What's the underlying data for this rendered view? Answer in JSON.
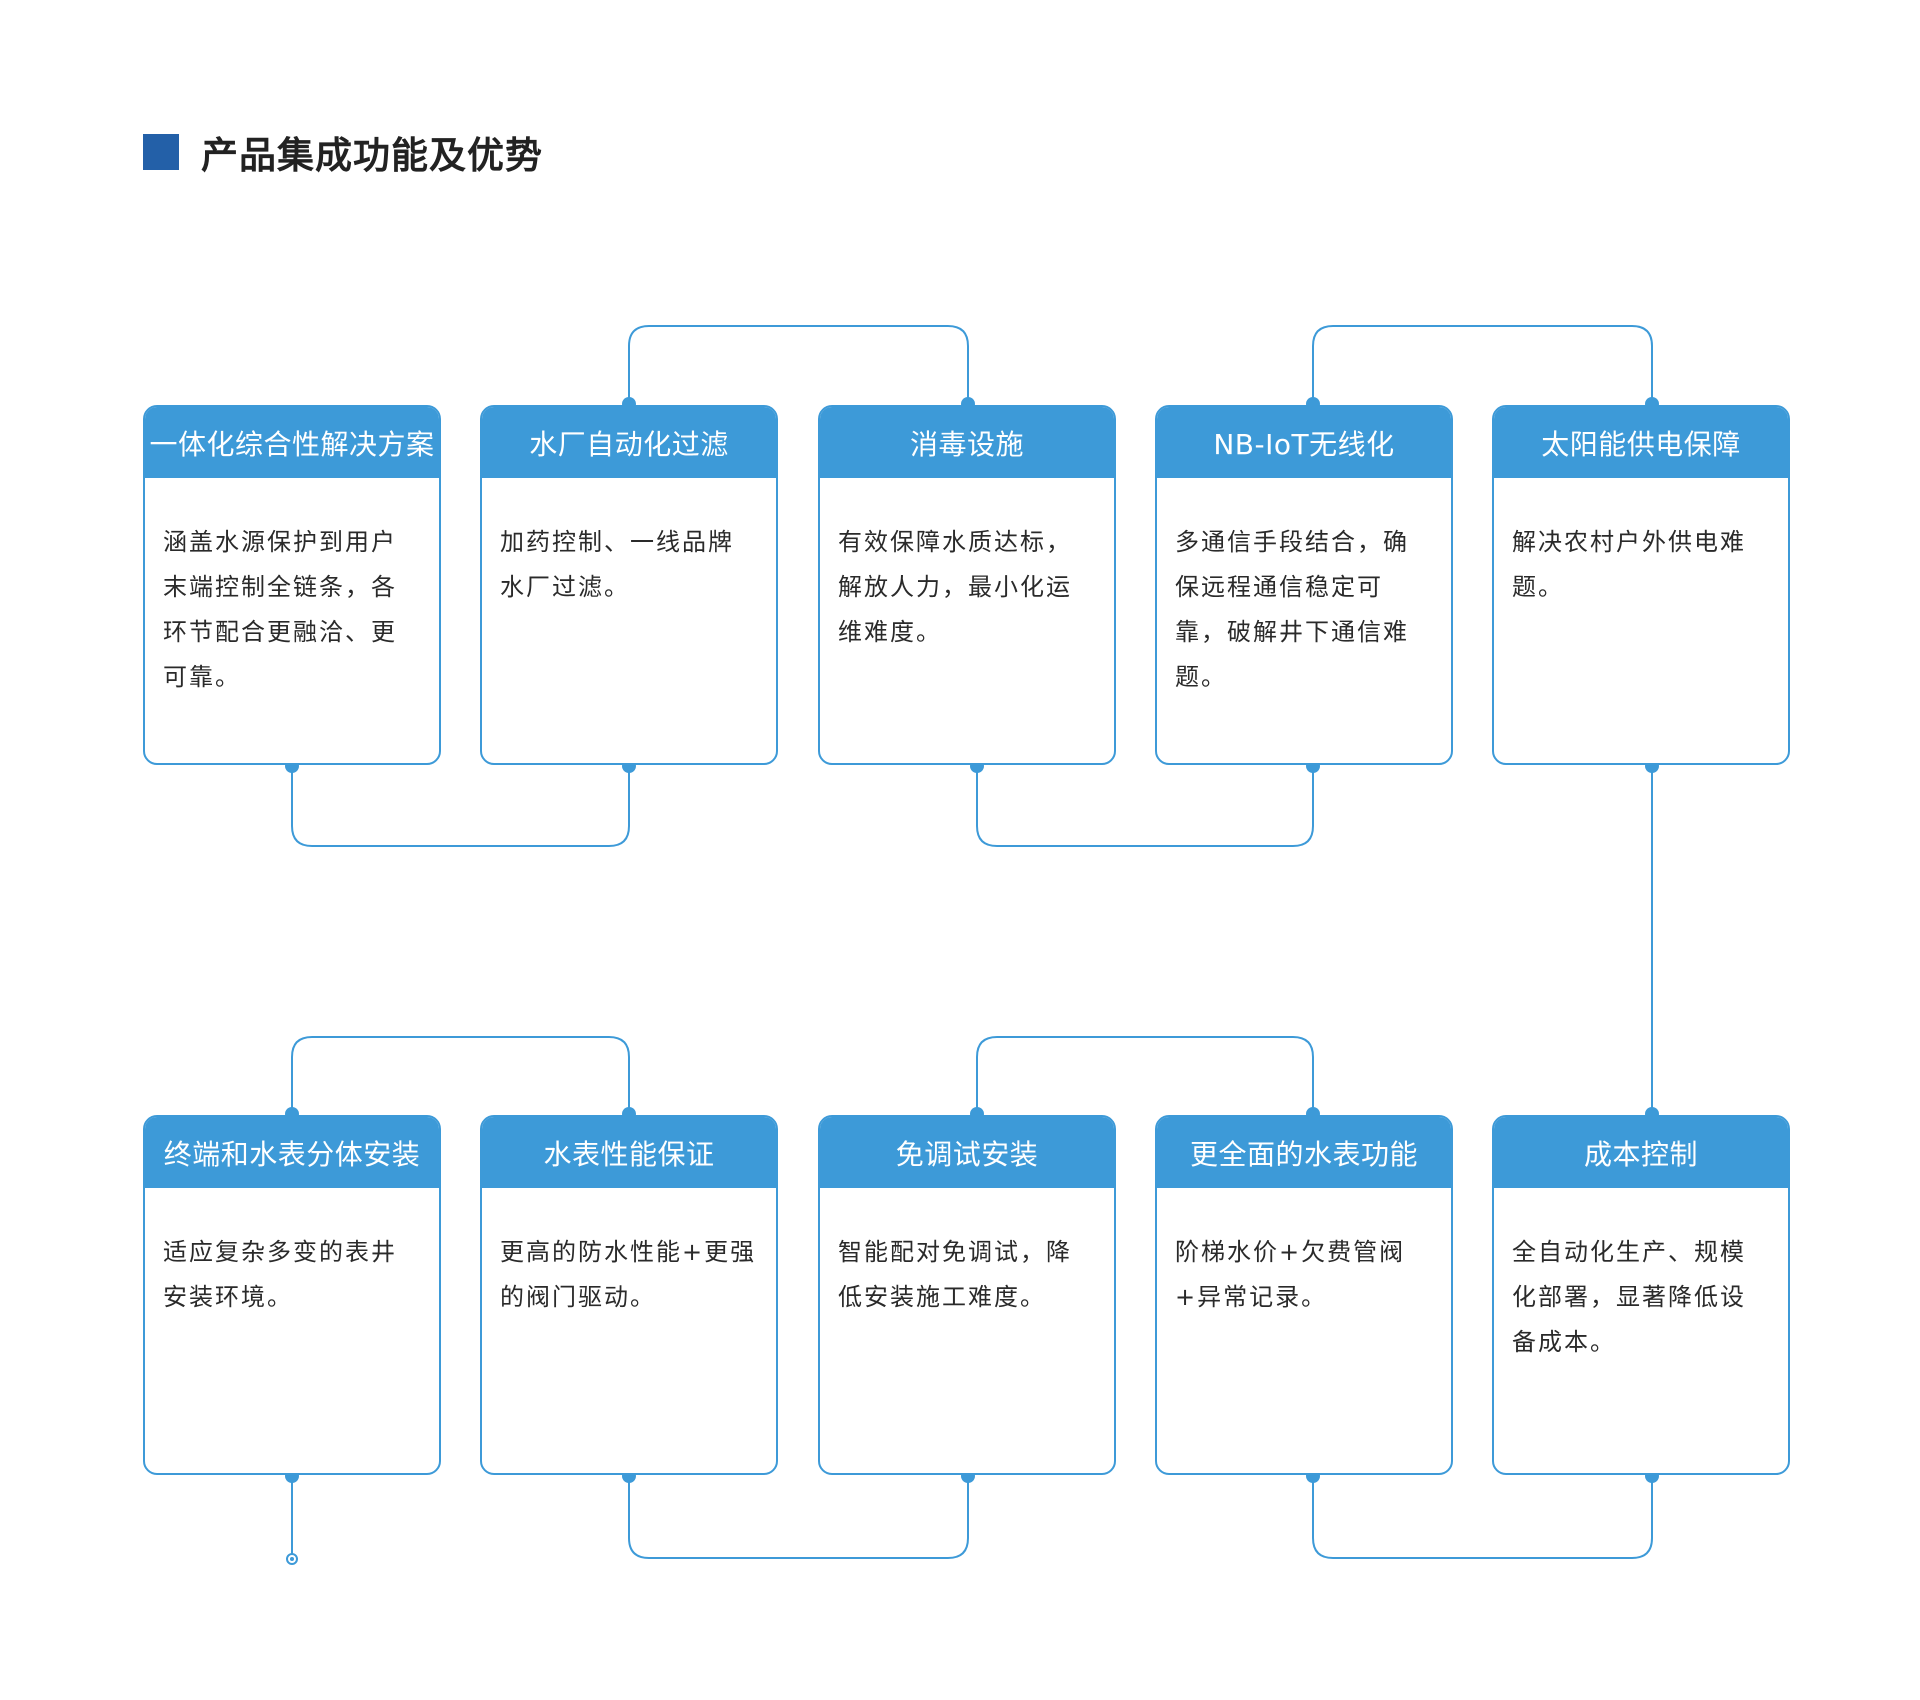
{
  "header": {
    "title": "产品集成功能及优势"
  },
  "row1": [
    {
      "title": "一体化综合性解决方案",
      "desc": "涵盖水源保护到用户末端控制全链条，各环节配合更融洽、更可靠。"
    },
    {
      "title": "水厂自动化过滤",
      "desc": "加药控制、一线品牌水厂过滤。"
    },
    {
      "title": "消毒设施",
      "desc": "有效保障水质达标，解放人力，最小化运维难度。"
    },
    {
      "title": "NB-IoT无线化",
      "desc": "多通信手段结合，确保远程通信稳定可靠，破解井下通信难题。"
    },
    {
      "title": "太阳能供电保障",
      "desc": "解决农村户外供电难题。"
    }
  ],
  "row2": [
    {
      "title": "终端和水表分体安装",
      "desc": "适应复杂多变的表井安装环境。"
    },
    {
      "title": "水表性能保证",
      "desc": "更高的防水性能+更强的阀门驱动。"
    },
    {
      "title": "免调试安装",
      "desc": "智能配对免调试，降低安装施工难度。"
    },
    {
      "title": "更全面的水表功能",
      "desc": "阶梯水价+欠费管阀+异常记录。"
    },
    {
      "title": "成本控制",
      "desc": "全自动化生产、规模化部署，显著降低设备成本。"
    }
  ],
  "colors": {
    "accent": "#3d9ad8",
    "header_square": "#2360a8"
  }
}
